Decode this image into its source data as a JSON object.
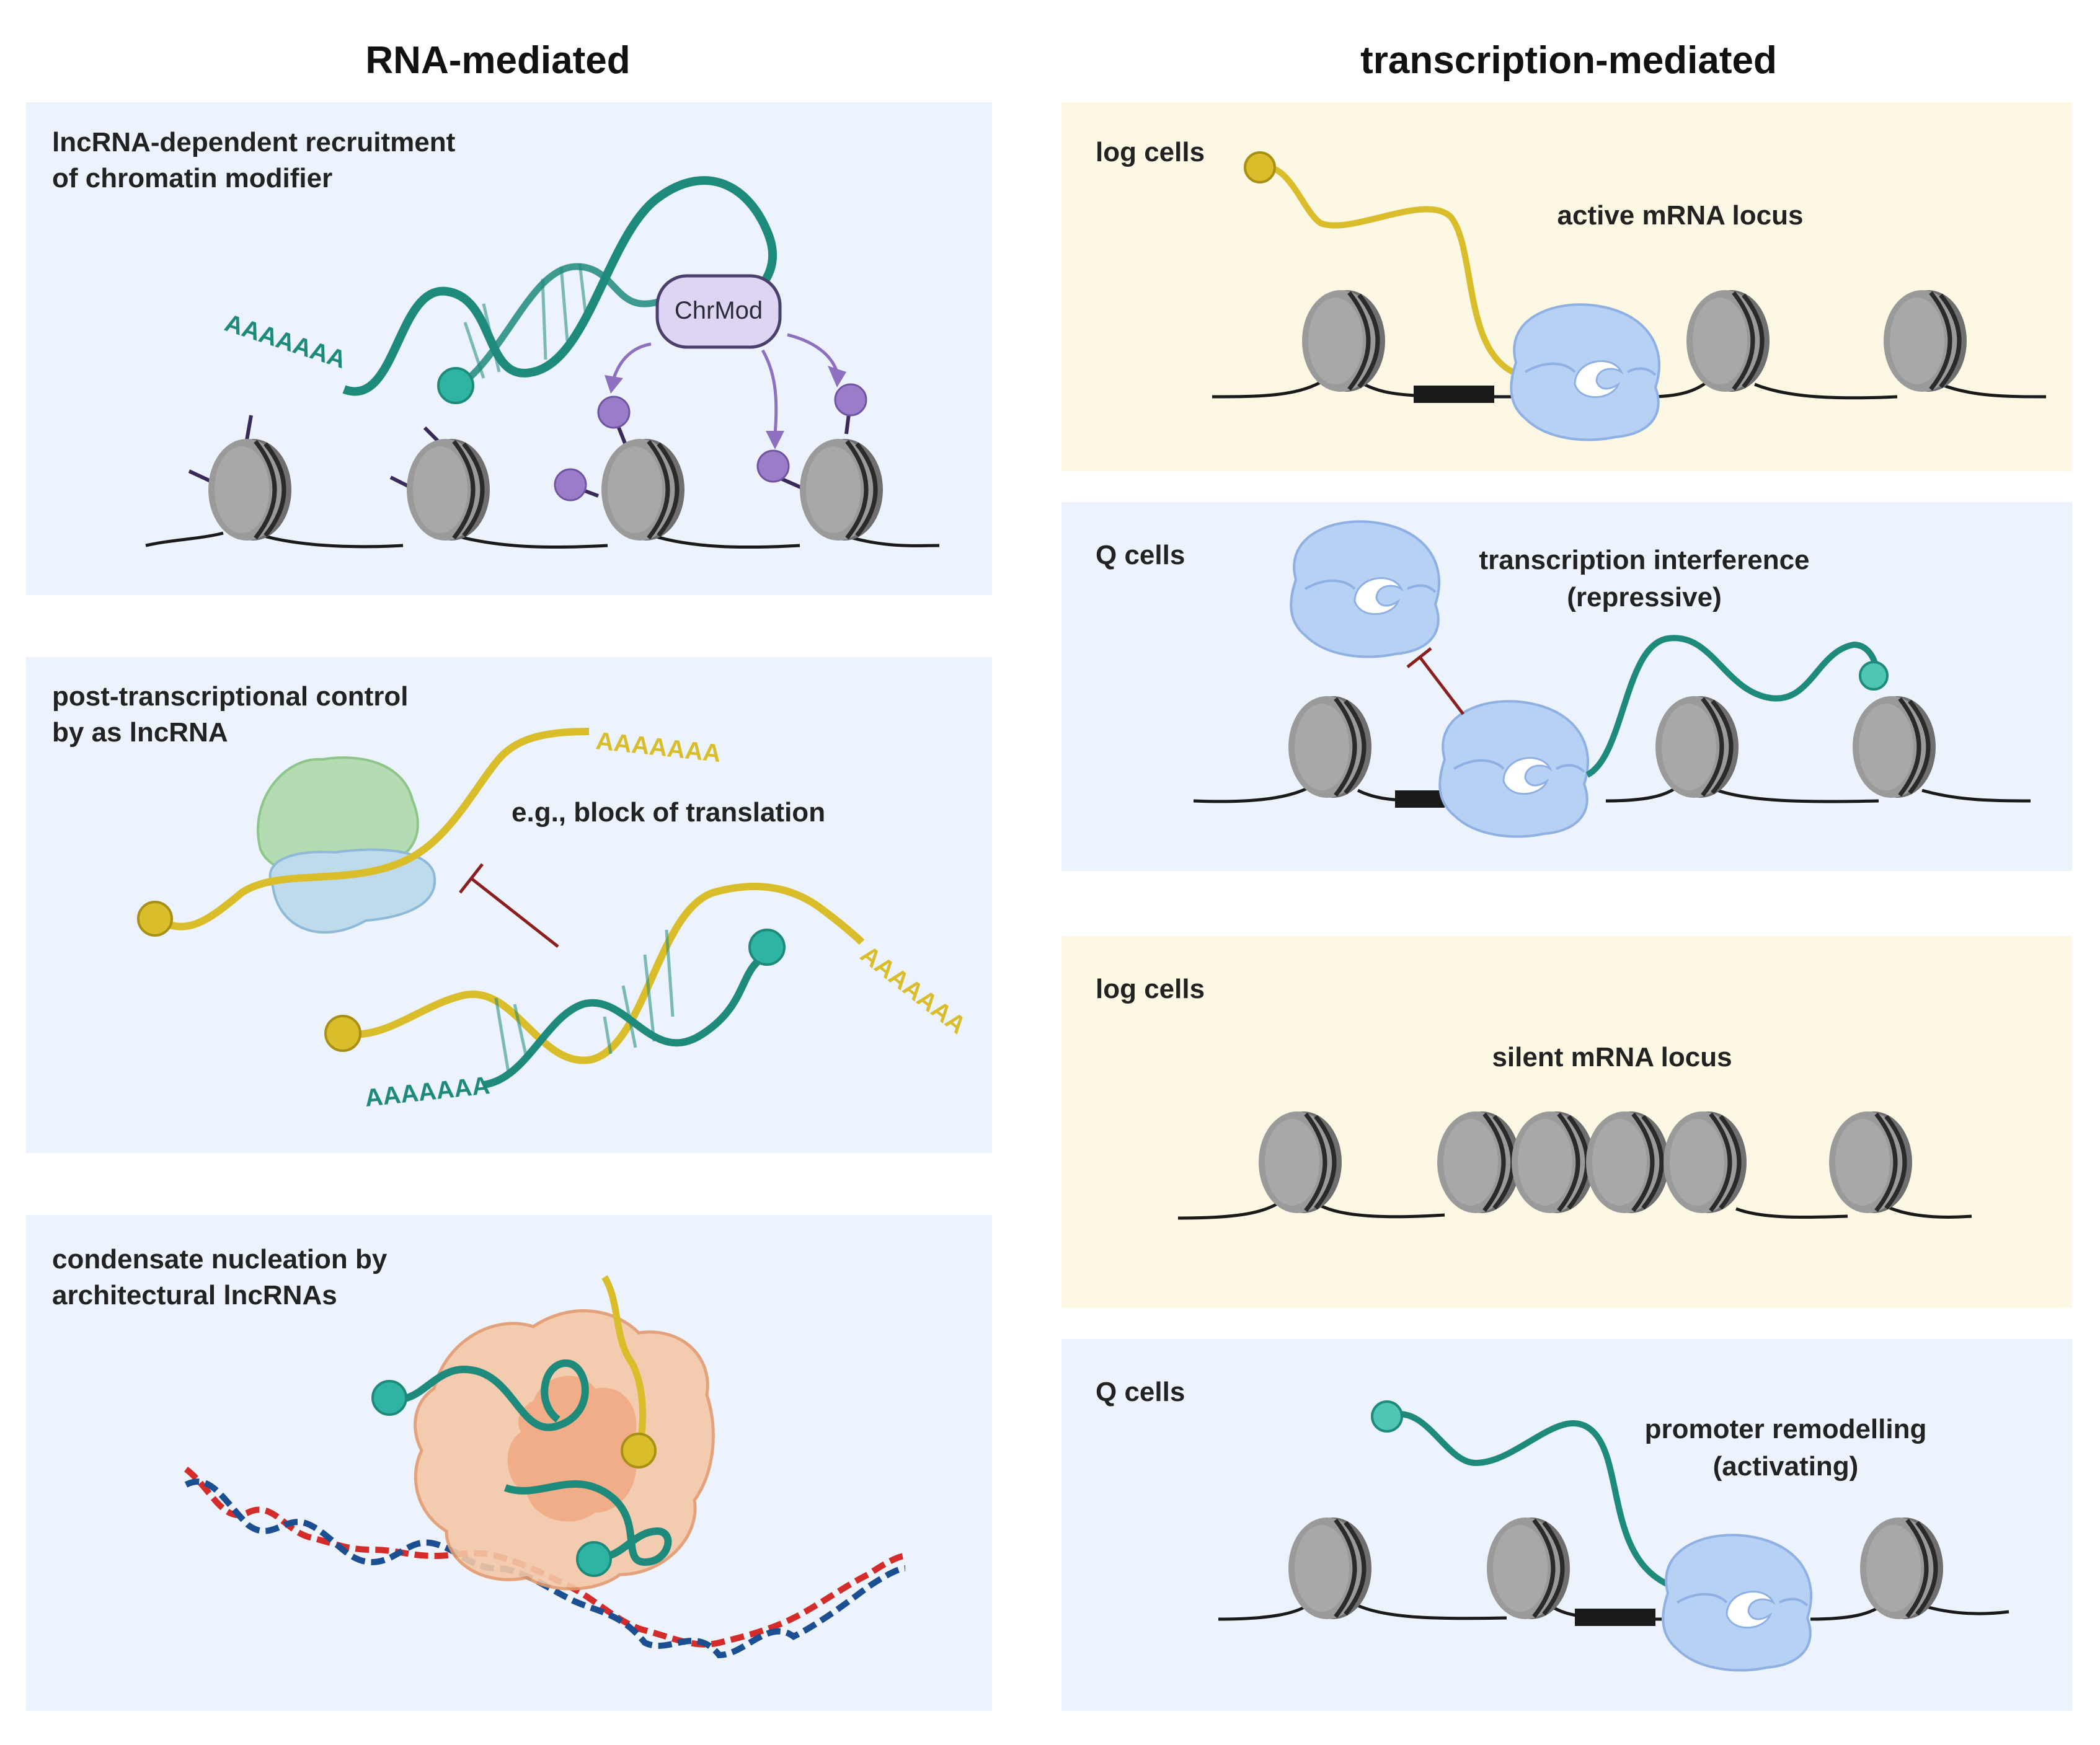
{
  "colors": {
    "panel_blue": "#ecf3fc",
    "panel_yellow": "#fdf8e3",
    "teal_rna": "#1e8a7c",
    "yellow_rna": "#d9bd2a",
    "nucleosome": "#9a9a9a",
    "pol2": "#b7d1f5",
    "chromatin_modifier": "#ddd5f2",
    "methyl_mark": "#9a7cc9",
    "inhibition": "#8b1f1f",
    "condensate": "#f4c7a6",
    "dna_red": "#d42b2b",
    "dna_blue": "#1b4f91"
  },
  "columns": {
    "left": {
      "title": "RNA-mediated"
    },
    "right": {
      "title": "transcription-mediated"
    }
  },
  "left_panels": [
    {
      "title_lines": [
        "lncRNA-dependent recruitment",
        "of chromatin modifier"
      ],
      "chromatin_modifier_label": "ChrMod",
      "polyA": "AAAAAAA"
    },
    {
      "title_lines": [
        "post-transcriptional control",
        "by as lncRNA"
      ],
      "annotation": "e.g., block of translation",
      "polyA_top": "AAAAAAA",
      "polyA_right": "AAAAAAA",
      "polyA_bottom": "AAAAAAA"
    },
    {
      "title_lines": [
        "condensate nucleation by",
        "architectural lncRNAs"
      ]
    }
  ],
  "right_panels": [
    {
      "cell_state": "log cells",
      "annotation_lines": [
        "active mRNA locus"
      ]
    },
    {
      "cell_state": "Q cells",
      "annotation_lines": [
        "transcription interference",
        "(repressive)"
      ]
    },
    {
      "cell_state": "log cells",
      "annotation_lines": [
        "silent mRNA locus"
      ]
    },
    {
      "cell_state": "Q cells",
      "annotation_lines": [
        "promoter remodelling",
        "(activating)"
      ]
    }
  ]
}
